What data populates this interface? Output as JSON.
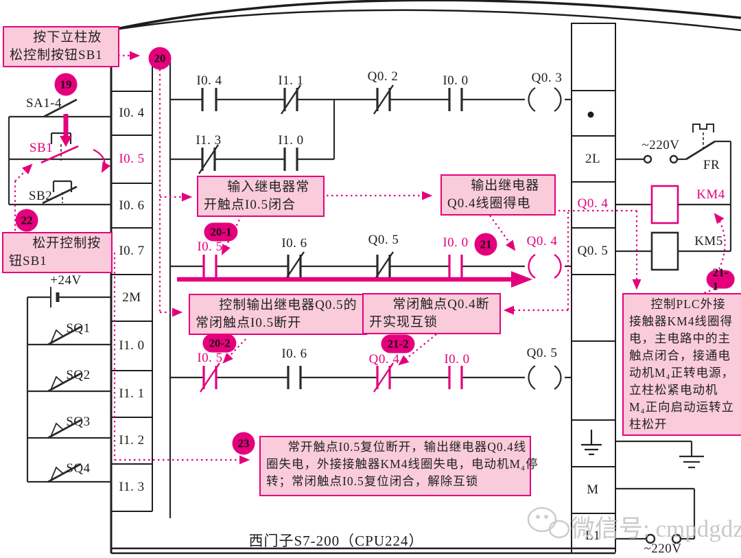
{
  "colors": {
    "accent": "#e4007d",
    "callout_fill": "#f9cbdb",
    "line": "#2a2a2a",
    "watermark": "#c0c0c0"
  },
  "title": {
    "plc_model": "西门子S7-200（CPU224）"
  },
  "watermark": {
    "text": "微信号: cmpdgdz"
  },
  "plc": {
    "left_terminals": [
      "I0. 4",
      "I0. 5",
      "I0. 6",
      "I0. 7",
      "2M",
      "I1. 0",
      "I1. 1",
      "I1. 2",
      "I1. 3"
    ],
    "right_terminals": [
      "2L",
      "Q0. 4",
      "Q0. 5",
      "M",
      "L1"
    ]
  },
  "ladder": {
    "r1": [
      "I0. 4",
      "I1. 1",
      "Q0. 2",
      "I0. 0",
      "Q0. 3"
    ],
    "r1b": [
      "I1. 3",
      "I1. 0"
    ],
    "r2": [
      "I0. 5",
      "I0. 6",
      "Q0. 5",
      "I0. 0",
      "Q0. 4"
    ],
    "r3": [
      "I0. 5",
      "I0. 6",
      "Q0. 4",
      "I0. 0",
      "Q0. 5"
    ]
  },
  "external": {
    "sa14": "SA1-4",
    "sb1": "SB1",
    "sb2": "SB2",
    "v24": "+24V",
    "sq1": "SQ1",
    "sq2": "SQ2",
    "sq3": "SQ3",
    "sq4": "SQ4",
    "v220_top": "~220V",
    "fr": "FR",
    "km4": "KM4",
    "km5": "KM5",
    "v220_bottom": "~220V"
  },
  "badges": {
    "b19": "19",
    "b20": "20",
    "b201": "20-1",
    "b202": "20-2",
    "b21": "21",
    "b211": "21-1",
    "b212": "21-2",
    "b22": "22",
    "b23": "23"
  },
  "callouts": {
    "c1": [
      "按下立柱放",
      "松控制按钮SB1"
    ],
    "c2": [
      "输入继电器常",
      "开触点I0.5闭合"
    ],
    "c3": [
      "输出继电器",
      "Q0.4线圈得电"
    ],
    "c4": [
      "控制输出继电器Q0.5的",
      "常闭触点I0.5断开"
    ],
    "c5": [
      "控制PLC外接",
      "接触器KM4线圈得",
      "电，主电路中的主",
      "触点闭合，接通电",
      "动机M₄正转电源，",
      "立柱松紧电动机",
      "M₄正向启动运转立",
      "柱松开"
    ],
    "c6": [
      "常闭触点Q0.4断",
      "开实现互锁"
    ],
    "c7": [
      "松开控制按",
      "钮SB1"
    ],
    "c8": [
      "常开触点I0.5复位断开，输出继电器Q0.4线",
      "圈失电，外接接触器KM4线圈失电，电动机M₄停",
      "转；常闭触点I0.5复位闭合，解除互锁"
    ]
  }
}
